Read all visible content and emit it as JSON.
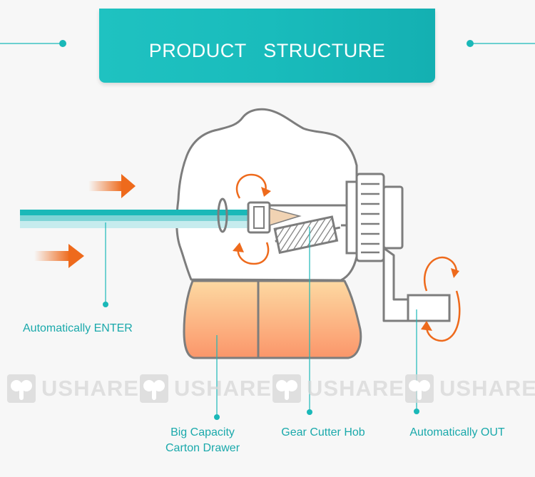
{
  "banner": {
    "title": "PRODUCT   STRUCTURE"
  },
  "labels": {
    "enter": "Automatically ENTER",
    "drawer_line1": "Big Capacity",
    "drawer_line2": "Carton Drawer",
    "hob": "Gear Cutter Hob",
    "out": "Automatically OUT"
  },
  "watermark": {
    "brand": "USHARE",
    "icon": "elephant-logo-icon",
    "count": 4
  },
  "colors": {
    "teal": "#1ab8b8",
    "label_teal": "#1aa9ab",
    "arrow_orange": "#ee6a1c",
    "drawer_top": "#fdd7a0",
    "drawer_bottom": "#fb9a6a",
    "outline": "#7d7d7d"
  }
}
